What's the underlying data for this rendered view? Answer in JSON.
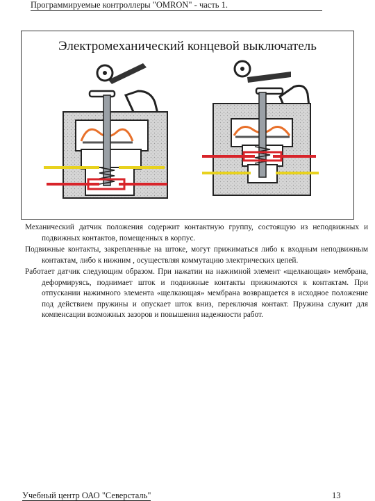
{
  "header": {
    "title": "Программируемые контроллеры \"OMRON\" - часть 1."
  },
  "slide": {
    "title": "Электромеханический концевой выключатель"
  },
  "paragraphs": [
    "Механический датчик положения содержит контактную группу, состоящую из неподвижных и подвижных контактов, помещенных в корпус.",
    "Подвижные контакты, закрепленные на штоке, могут прижиматься либо к входным неподвижным контактам, либо к нижним , осуществляя коммутацию электрических цепей.",
    "Работает датчик следующим образом. При нажатии на нажимной элемент «щелкающая» мембрана, деформируясь, поднимает шток и подвижные контакты прижимаются к контактам. При отпускании нажимного элемента «щелкающая» мембрана возвращается в исходное положение под действием пружины и опускает шток вниз, переключая контакт. Пружина служит для компенсации возможных зазоров и повышения надежности работ."
  ],
  "footer": {
    "org": "Учебный центр ОАО \"Северсталь\"",
    "page": "13"
  },
  "colors": {
    "contact_yellow": "#e8d21e",
    "contact_red": "#d8242a",
    "membrane": "#e8702a",
    "housing": "#cfcfcf"
  }
}
